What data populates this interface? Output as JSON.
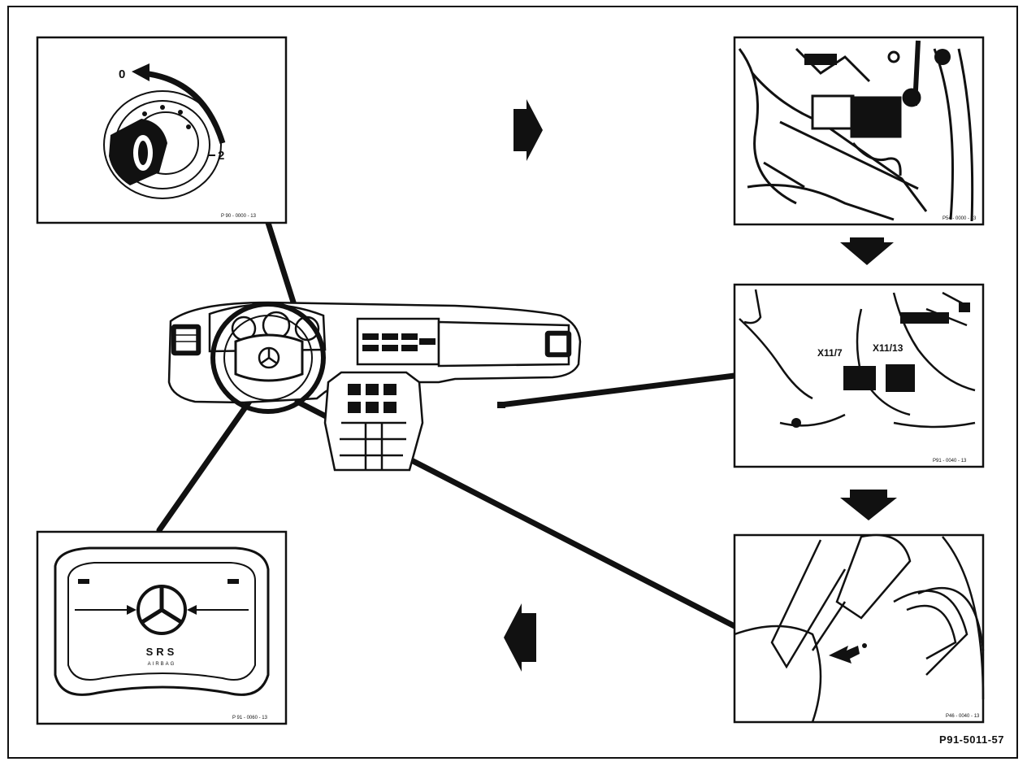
{
  "figure_code": "P91-5011-57",
  "ignition_panel": {
    "scale_start": "0",
    "scale_end": "2",
    "ref": "P 90 - 0000 - 13"
  },
  "battery_panel": {
    "ref": "P54 - 0000 - 13"
  },
  "connector_panel": {
    "connector_a": "X11/7",
    "connector_b": "X11/13",
    "ref": "P91 - 0040 - 13"
  },
  "column_panel": {
    "ref": "P46 - 0040 - 13"
  },
  "airbag_panel": {
    "emblem_text": "SRS",
    "emblem_subtext": "AIRBAG",
    "ref": "P 91 - 0060 - 13"
  }
}
